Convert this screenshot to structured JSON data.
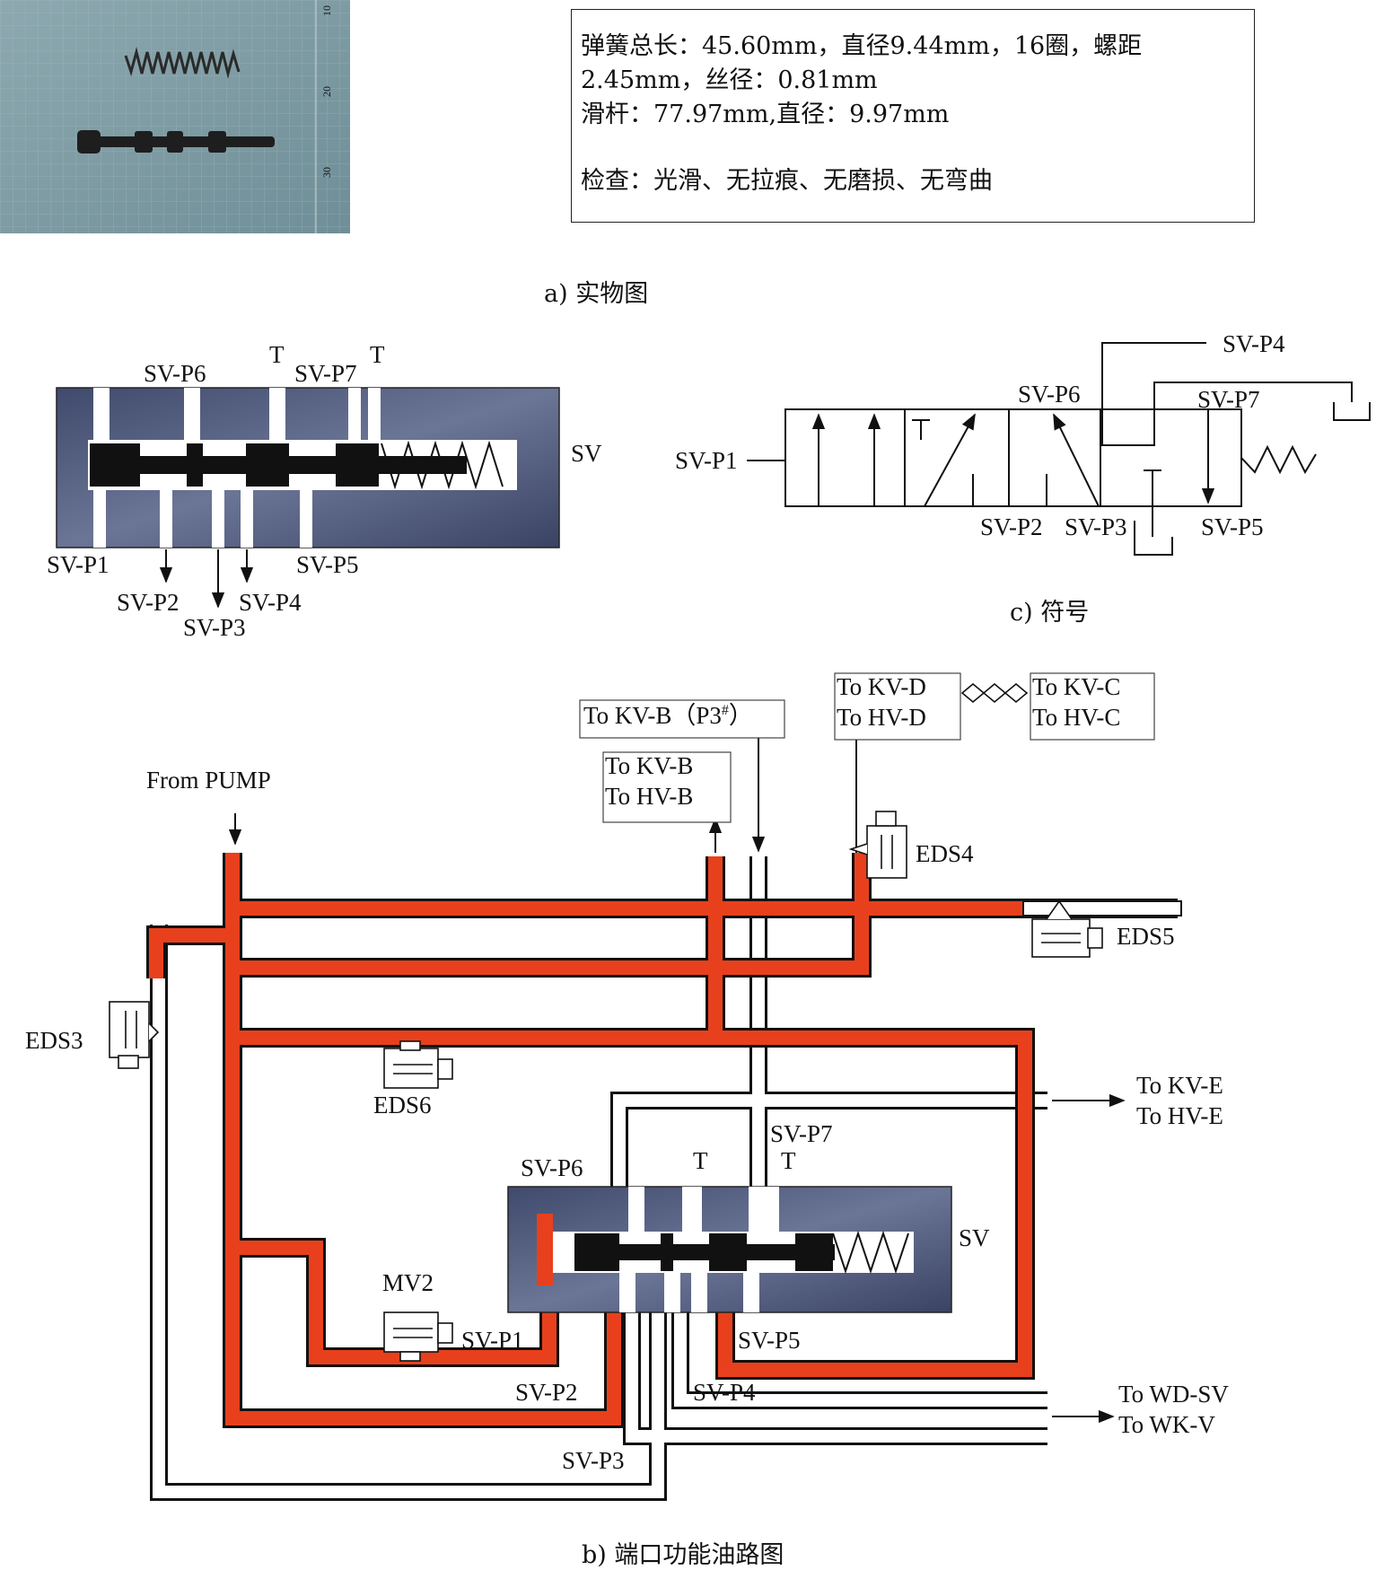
{
  "photo": {
    "ruler_marks": [
      "10",
      "20",
      "30"
    ]
  },
  "spec": {
    "line1": "弹簧总长：45.60mm，直径9.44mm，16圈，螺距",
    "line2": "2.45mm，丝径：0.81mm",
    "line3": "滑杆：77.97mm,直径：9.97mm",
    "line4": "检查：光滑、无拉痕、无磨损、无弯曲"
  },
  "captions": {
    "a": "a) 实物图",
    "b": "b) 端口功能油路图",
    "c": "c) 符号"
  },
  "valve_section": {
    "name": "SV",
    "ports": {
      "p1": "SV-P1",
      "p2": "SV-P2",
      "p3": "SV-P3",
      "p4": "SV-P4",
      "p5": "SV-P5",
      "p6": "SV-P6",
      "p7": "SV-P7",
      "t": "T"
    }
  },
  "symbol": {
    "p1": "SV-P1",
    "p2": "SV-P2",
    "p3": "SV-P3",
    "p4": "SV-P4",
    "p5": "SV-P5",
    "p6": "SV-P6",
    "p7": "SV-P7"
  },
  "circuit": {
    "from_pump": "From PUMP",
    "kvb_p3": "To KV-B（P3",
    "kvb_p3_sup": "#",
    "kvb_p3_end": "）",
    "kvb_hvb": [
      "To KV-B",
      "To HV-B"
    ],
    "kvd_hvd": [
      "To KV-D",
      "To HV-D"
    ],
    "kvc_hvc": [
      "To KV-C",
      "To HV-C"
    ],
    "kve_hve": [
      "To KV-E",
      "To HV-E"
    ],
    "wdsv_wkv": [
      "To WD-SV",
      "To WK-V"
    ],
    "sensors": {
      "eds3": "EDS3",
      "eds4": "EDS4",
      "eds5": "EDS5",
      "eds6": "EDS6",
      "mv2": "MV2"
    },
    "ports": {
      "p1": "SV-P1",
      "p2": "SV-P2",
      "p3": "SV-P3",
      "p4": "SV-P4",
      "p5": "SV-P5",
      "p6": "SV-P6",
      "p7": "SV-P7",
      "t": "T",
      "sv": "SV"
    }
  },
  "colors": {
    "oil_pressure": "#e8401c",
    "valve_body": "#4a5478",
    "spool": "#111111"
  }
}
